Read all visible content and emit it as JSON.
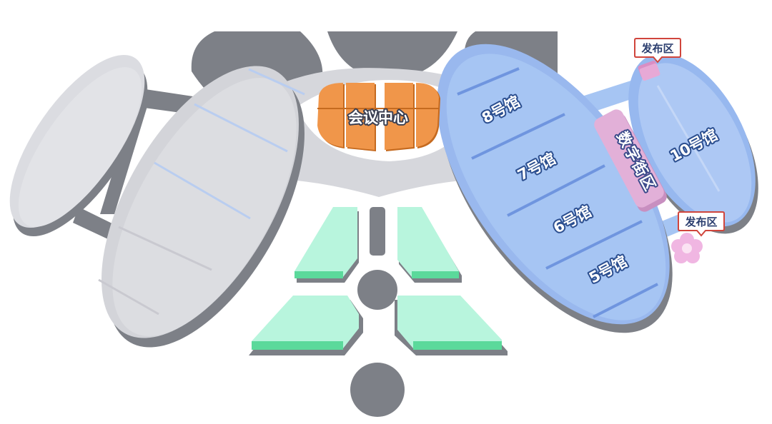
{
  "venue": {
    "conference_center": "会议中心",
    "halls": {
      "hall_8": "8号馆",
      "hall_7": "7号馆",
      "hall_6": "6号馆",
      "hall_5": "5号馆",
      "hall_10": "10号馆"
    },
    "digital_street": "数字街区",
    "release_zones": [
      "发布区",
      "发布区"
    ]
  },
  "colors": {
    "hall_blue": "#a6c5f3",
    "hall_grey": "#d9dadf",
    "building_dark": "#7d8087",
    "conference_orange": "#f0964a",
    "green_block": "#b8f5dd",
    "digital_pink": "#e2b0d8"
  }
}
